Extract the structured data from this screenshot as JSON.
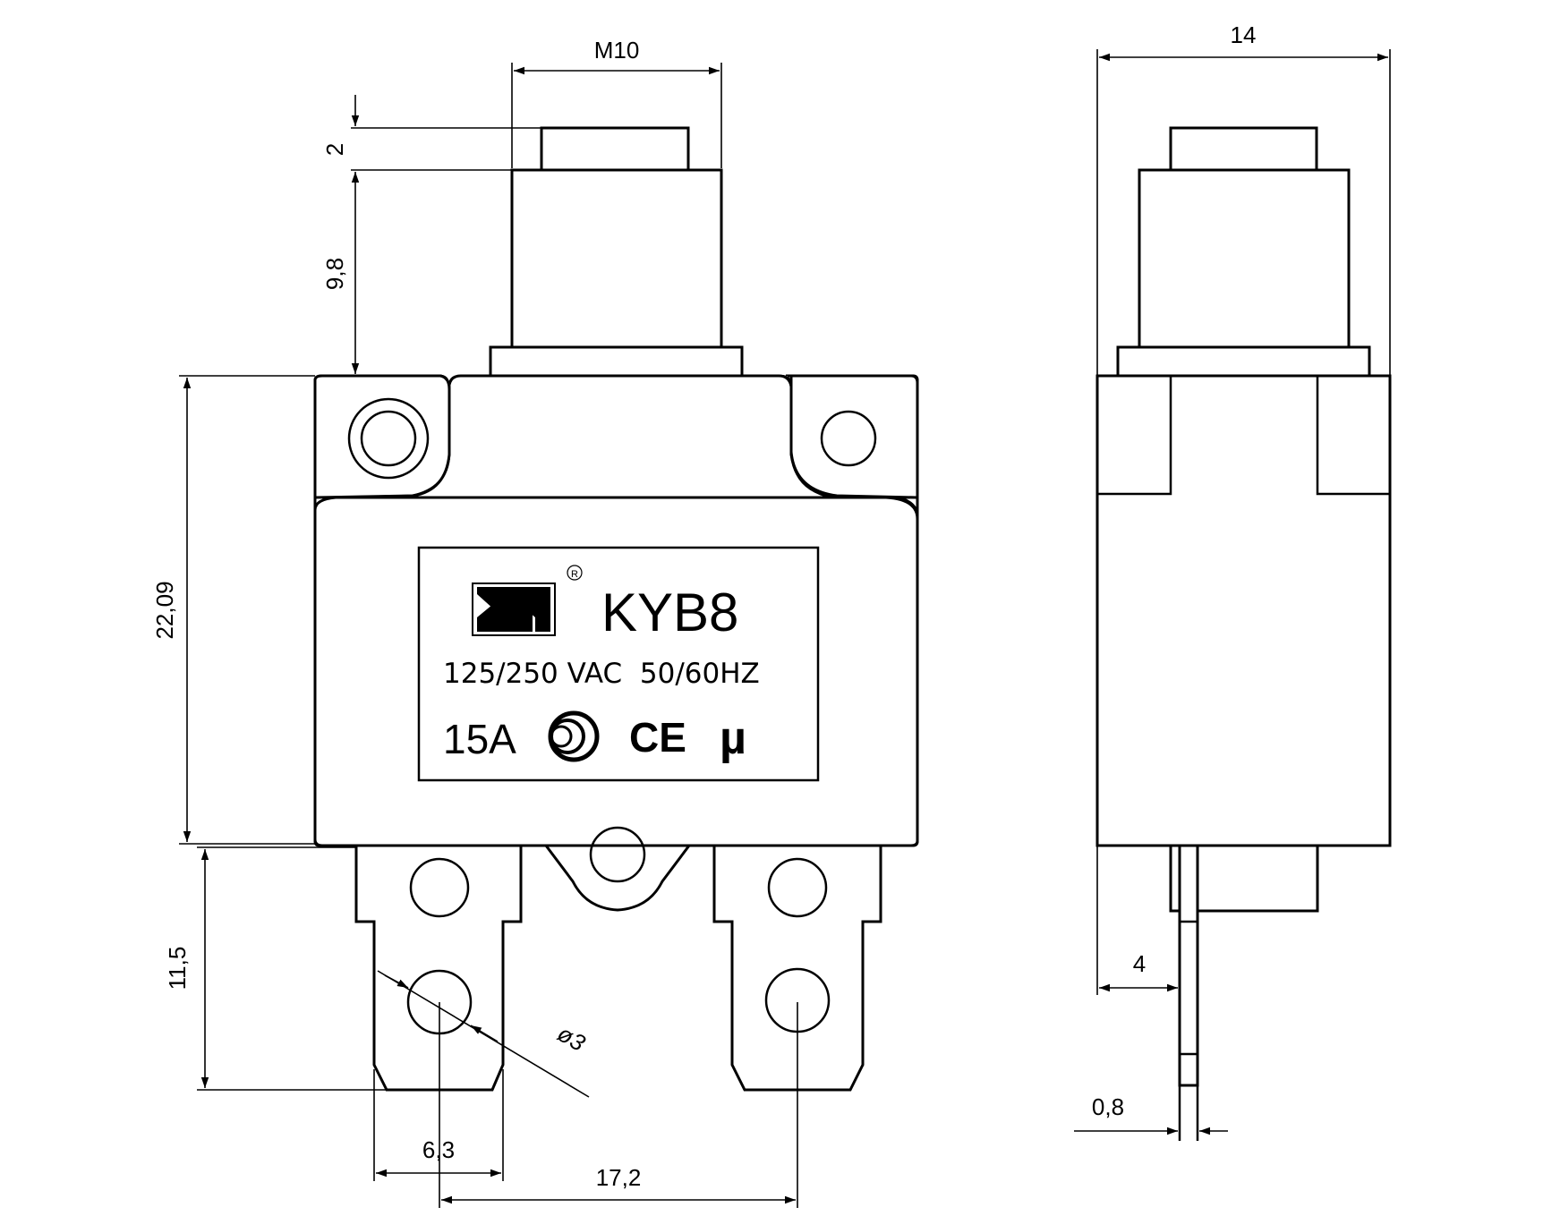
{
  "model": "KYB8",
  "rating_voltage": "125/250 VAC  50/60HZ",
  "rating_current": "15A",
  "registered_mark": "R",
  "marks": {
    "ce": "CE",
    "ul": "µ"
  },
  "dimensions": {
    "thread": "M10",
    "button_height": "2",
    "bushing_height": "9,8",
    "body_height": "22,09",
    "terminal_length": "11,5",
    "hole_diameter": "ø3",
    "terminal_width": "6,3",
    "terminal_pitch": "17,2",
    "side_width": "14",
    "side_offset": "4",
    "terminal_thickness": "0,8"
  },
  "colors": {
    "line": "#000000",
    "background": "#ffffff"
  },
  "icons": [
    "brand-logo",
    "ccc-mark",
    "ce-mark",
    "ul-mark"
  ]
}
